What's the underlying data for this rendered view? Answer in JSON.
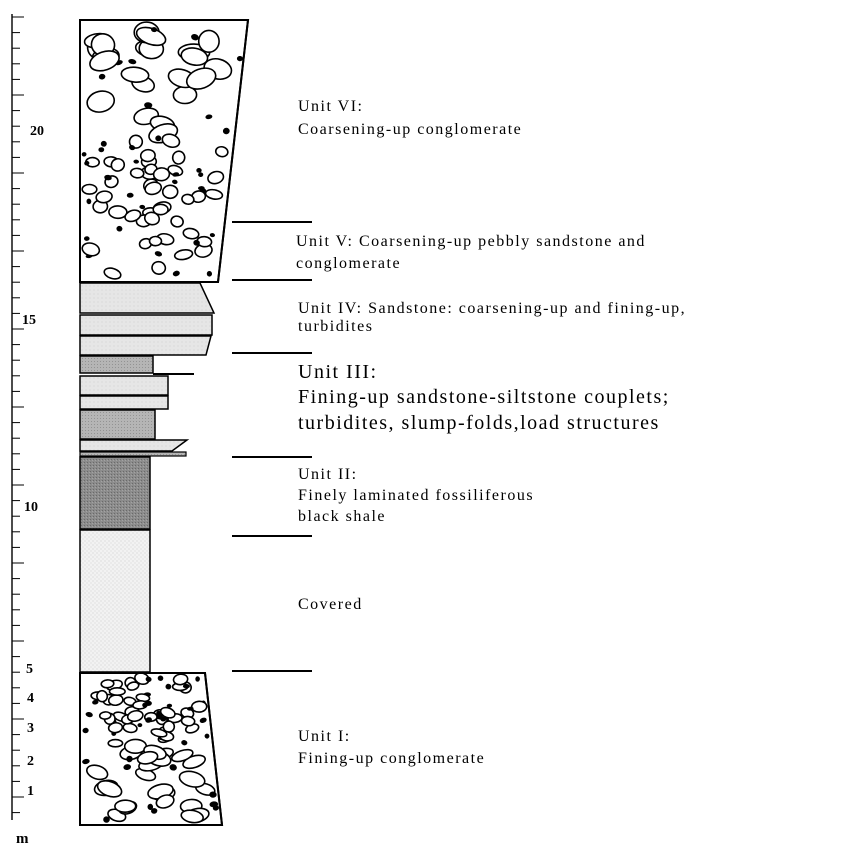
{
  "scale": {
    "unit_label": "m",
    "tick_labels": [
      {
        "value": 1,
        "label": "1"
      },
      {
        "value": 2,
        "label": "2"
      },
      {
        "value": 3,
        "label": "3"
      },
      {
        "value": 4,
        "label": "4"
      },
      {
        "value": 5,
        "label": "5"
      },
      {
        "value": 10,
        "label": "10"
      },
      {
        "value": 15,
        "label": "15"
      },
      {
        "value": 20,
        "label": "20"
      }
    ]
  },
  "units": [
    {
      "id": "unit-vi",
      "lines": [
        "Unit VI:",
        "Coarsening-up conglomerate"
      ]
    },
    {
      "id": "unit-v",
      "lines": [
        "Unit V: Coarsening-up pebbly sandstone and",
        "conglomerate"
      ]
    },
    {
      "id": "unit-iv",
      "lines": [
        "Unit IV: Sandstone: coarsening-up and fining-up,",
        "turbidites"
      ]
    },
    {
      "id": "unit-iii",
      "lines": [
        "Unit III:",
        "Fining-up sandstone-siltstone couplets;",
        "turbidites, slump-folds,load structures"
      ]
    },
    {
      "id": "unit-ii",
      "lines": [
        "Unit II:",
        "Finely laminated fossiliferous",
        "black shale"
      ]
    },
    {
      "id": "covered",
      "lines": [
        "Covered"
      ]
    },
    {
      "id": "unit-i",
      "lines": [
        "Unit I:",
        "Fining-up conglomerate"
      ]
    }
  ]
}
